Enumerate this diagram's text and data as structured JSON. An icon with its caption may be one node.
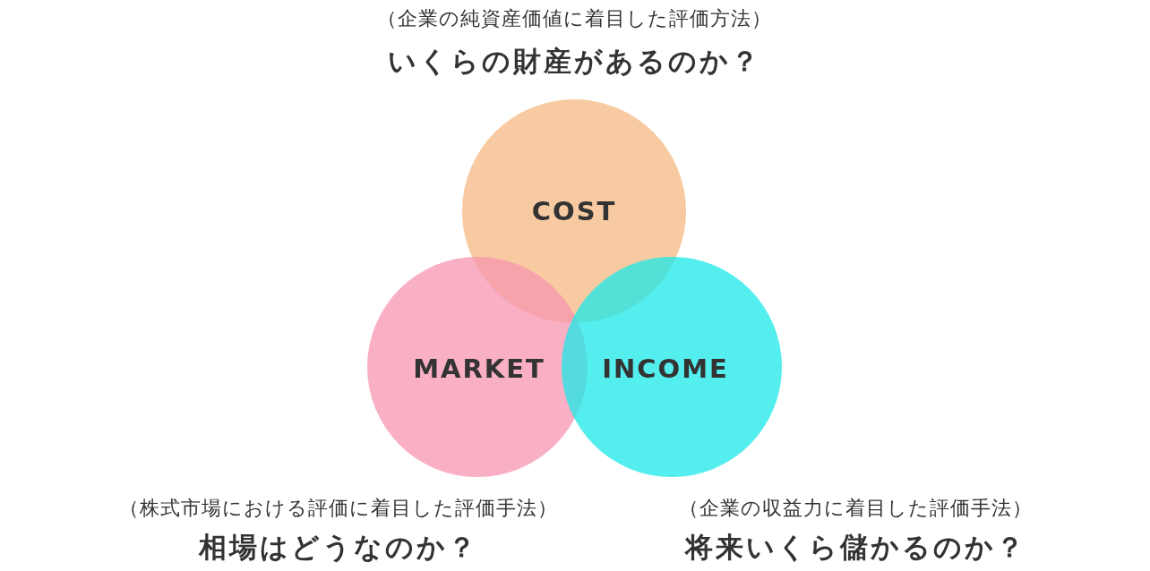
{
  "diagram": {
    "nodes": [
      {
        "text": [
          "COST"
        ],
        "beside": [
          "（企業の純資産価値に着目した評価方法）",
          "いくらの財産があるのか？"
        ]
      },
      {
        "text": [
          "MARKET"
        ],
        "beside": [
          "（株式市場における評価に着目した評価手法）",
          "相場はどうなのか？"
        ]
      },
      {
        "text": [
          "INCOME"
        ],
        "beside": [
          "（企業の収益力に着目した評価手法）",
          "将来いくら儲かるのか？"
        ]
      }
    ]
  }
}
